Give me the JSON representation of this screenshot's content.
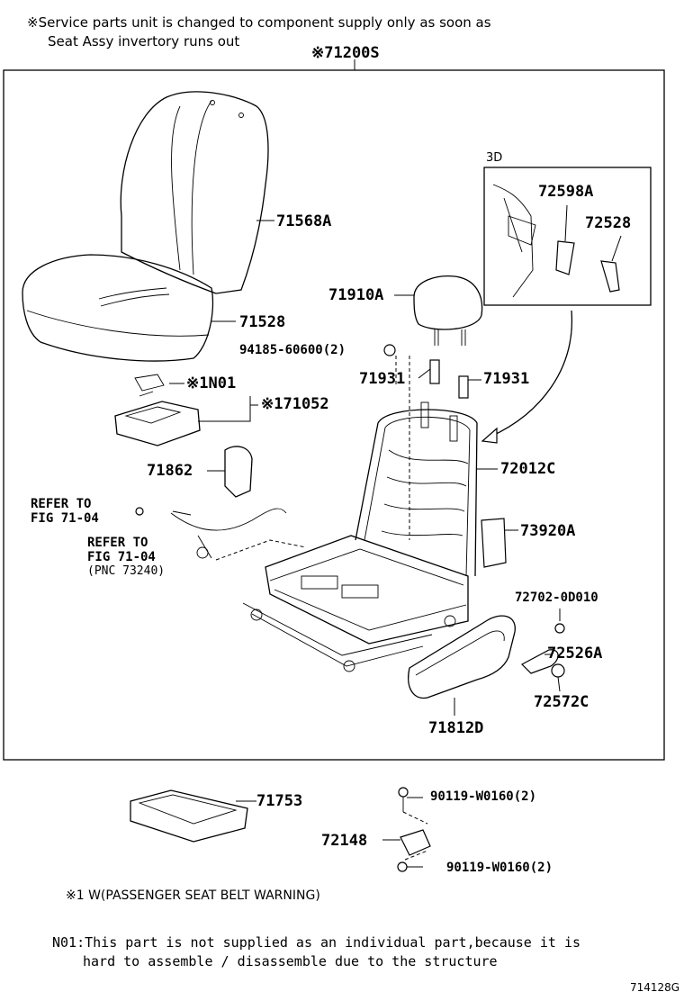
{
  "notes": {
    "service_line1": "※Service parts unit is changed to component supply only as soon as",
    "service_line2": "Seat Assy invertory runs out",
    "footnote_w": "※1 W(PASSENGER SEAT BELT WARNING)",
    "n01_line1": "N01:This part is not supplied as an individual part,because it is",
    "n01_line2": "hard to assemble / disassemble due to the structure",
    "figure_id": "714128G"
  },
  "assembly_label": "※71200S",
  "inset_label": "3D",
  "parts": {
    "p71568A": "71568A",
    "p71528": "71528",
    "p71910A": "71910A",
    "p94185": "94185-60600(2)",
    "p71931a": "71931",
    "p71931b": "71931",
    "pN01": "※1N01",
    "p171052": "※171052",
    "p72598A": "72598A",
    "p72528": "72528",
    "p71862": "71862",
    "p72012C": "72012C",
    "p73920A": "73920A",
    "p727020": "72702-0D010",
    "p72526A": "72526A",
    "p72572C": "72572C",
    "p71812D": "71812D",
    "p71753": "71753",
    "p90119a": "90119-W0160(2)",
    "p72148": "72148",
    "p90119b": "90119-W0160(2)"
  },
  "refs": {
    "ref1_line1": "REFER TO",
    "ref1_line2": "FIG 71-04",
    "ref2_line1": "REFER TO",
    "ref2_line2": "FIG 71-04",
    "ref2_line3": "(PNC 73240)"
  }
}
